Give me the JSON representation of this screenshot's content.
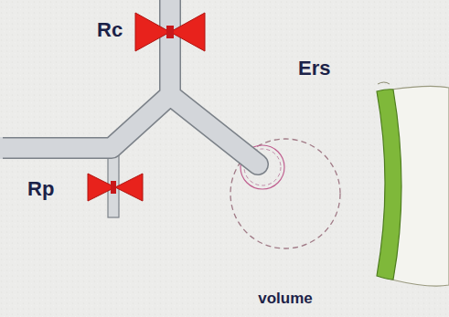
{
  "diagram": {
    "labels": [
      "Rc",
      "Rp",
      "Ers",
      "volume"
    ]
  }
}
